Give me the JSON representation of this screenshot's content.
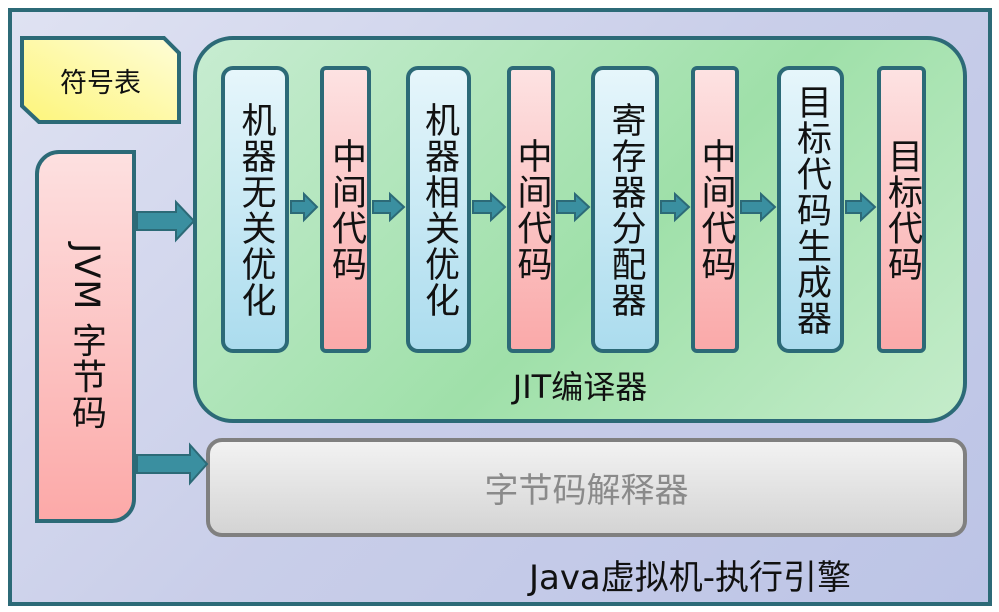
{
  "symbol_table": "符号表",
  "jvm_bytecode": "JVM 字节码",
  "jit": {
    "label": "JIT编译器",
    "stages": [
      "机器无关优化",
      "中间代码",
      "机器相关优化",
      "中间代码",
      "寄存器分配器",
      "中间代码",
      "目标代码生成器",
      "目标代码"
    ]
  },
  "interpreter": "字节码解释器",
  "engine_label": "Java虚拟机-执行引擎",
  "colors": {
    "border": "#2c6a77",
    "arrow": "#3a8fa0",
    "jit_bg": "#a8e3b1",
    "stage_blue": "#c4e8f4",
    "stage_pink": "#fbb8b8",
    "symbol_yellow": "#fdfaa0",
    "interp_gray": "#e2e2e2"
  }
}
